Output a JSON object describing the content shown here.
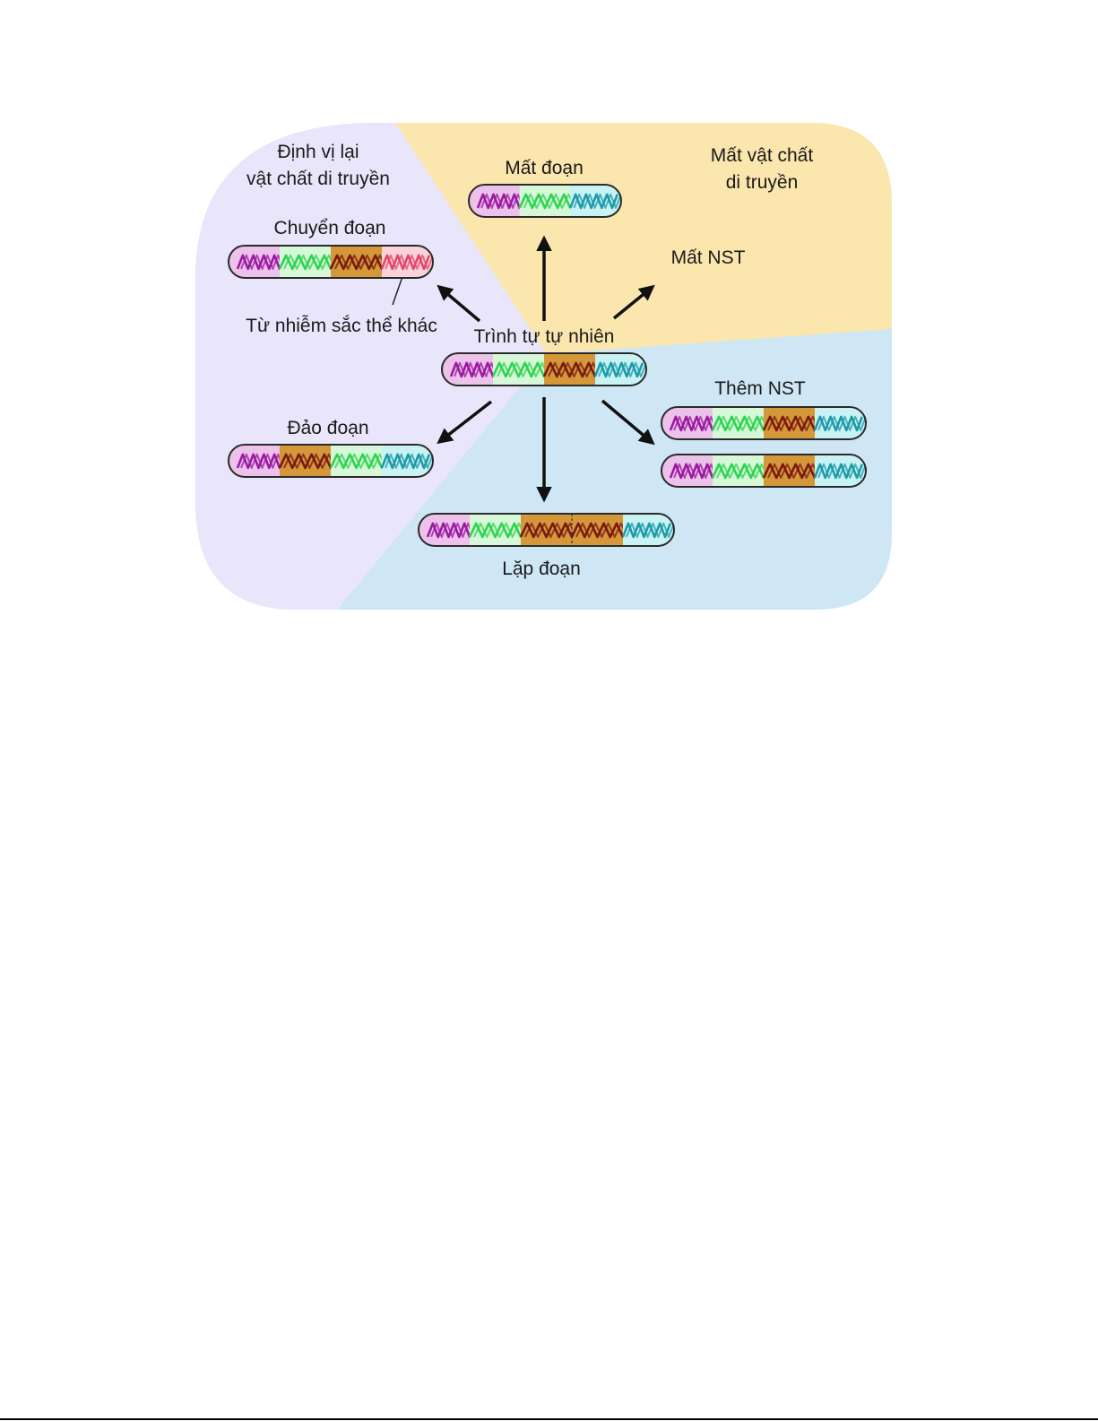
{
  "diagram": {
    "title": "Các dạng đột biến cấu trúc nhiễm sắc thể",
    "regions": {
      "relocate": {
        "line1": "Định vị lại",
        "line2": "vật chất di truyền",
        "color": "#e9e6fb"
      },
      "loss": {
        "line1": "Mất vật chất",
        "line2": "di truyền",
        "color": "#fbe6ae"
      },
      "gain": {
        "color": "#cfe6f5"
      }
    },
    "segment_colors": {
      "A": {
        "fill": "#ecc2ea",
        "helix": "#9a1aa0"
      },
      "B": {
        "fill": "#d6f8d8",
        "helix": "#2ed34f"
      },
      "C": {
        "fill": "#d4983a",
        "helix": "#7a1a10"
      },
      "D": {
        "fill": "#c9f2f5",
        "helix": "#1e9aa8"
      },
      "X": {
        "fill": "#f9d2dc",
        "helix": "#e0476a"
      }
    },
    "chromosomes": {
      "natural": {
        "label": "Trình tự tự nhiên",
        "segments": [
          "A",
          "B",
          "C",
          "D"
        ]
      },
      "deletion": {
        "label": "Mất đoạn",
        "segments": [
          "A",
          "B",
          "D"
        ]
      },
      "translocation": {
        "label": "Chuyển đoạn",
        "segments": [
          "A",
          "B",
          "C",
          "X"
        ],
        "annotation": "Từ nhiễm sắc thể khác"
      },
      "inversion": {
        "label": "Đảo đoạn",
        "segments": [
          "A",
          "C",
          "B",
          "D"
        ]
      },
      "duplication": {
        "label": "Lặp đoạn",
        "segments": [
          "A",
          "B",
          "C",
          "C",
          "D"
        ]
      },
      "addition": {
        "label": "Thêm NST",
        "segments": [
          "A",
          "B",
          "C",
          "D"
        ]
      },
      "loss_chromosome": {
        "label": "Mất NST"
      }
    }
  }
}
